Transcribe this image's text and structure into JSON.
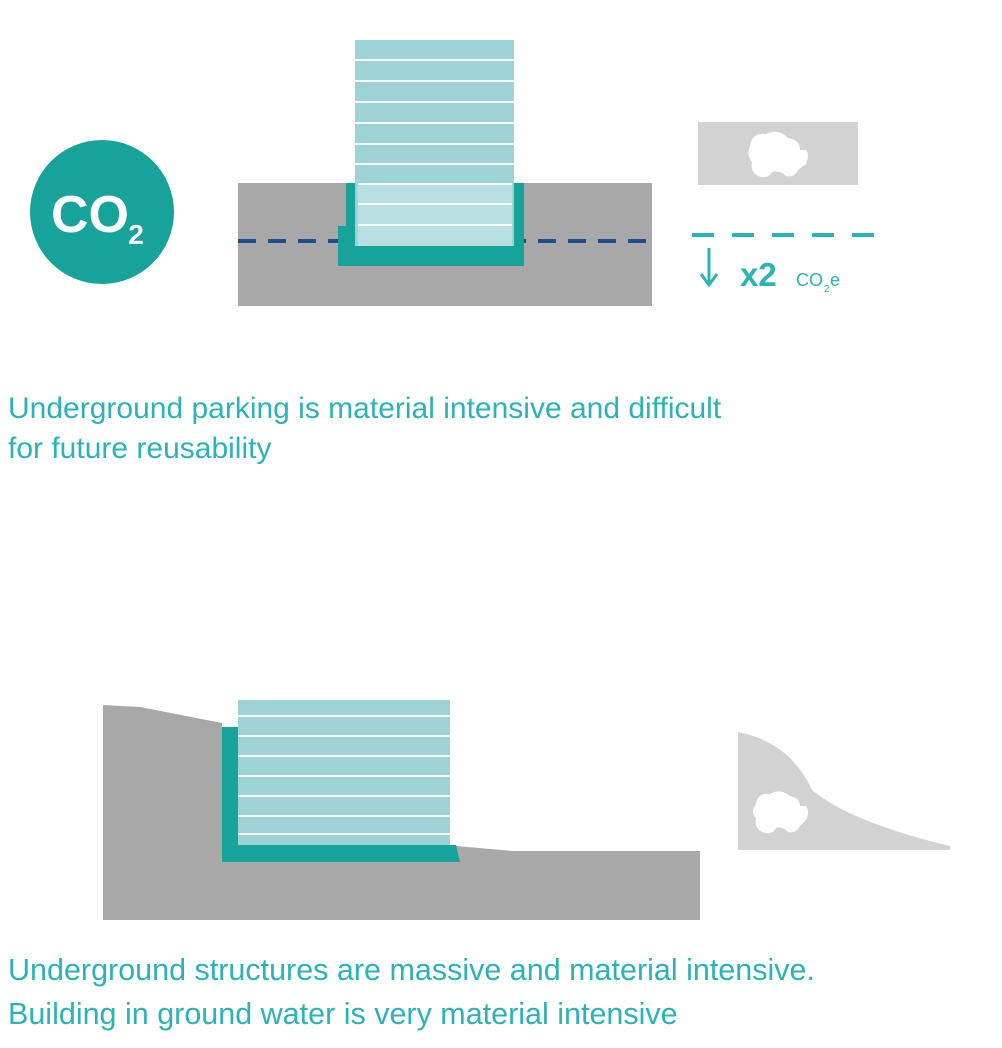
{
  "colors": {
    "teal_dark": "#17a39a",
    "teal_light": "#a6d8da",
    "teal_text": "#2bb3b5",
    "ground_gray": "#a8a8a8",
    "light_gray": "#d2d2d2",
    "water_line": "#1b4f8e",
    "white": "#ffffff"
  },
  "co2_badge": {
    "main": "CO",
    "subscript": "2",
    "icon": "co2-cloud-icon"
  },
  "multiplier": {
    "value": "x2",
    "unit_main": "CO",
    "unit_sub": "2",
    "unit_suffix": "e",
    "icon": "arrow-down-icon"
  },
  "truck_icon": "dump-truck-icon",
  "captions": {
    "underground_parking": [
      "Underground parking is material intensive and difficult",
      "for future reusability"
    ],
    "underground_structures": [
      "Underground structures are massive and material intensive.",
      "Building in ground water is very material intensive"
    ]
  }
}
